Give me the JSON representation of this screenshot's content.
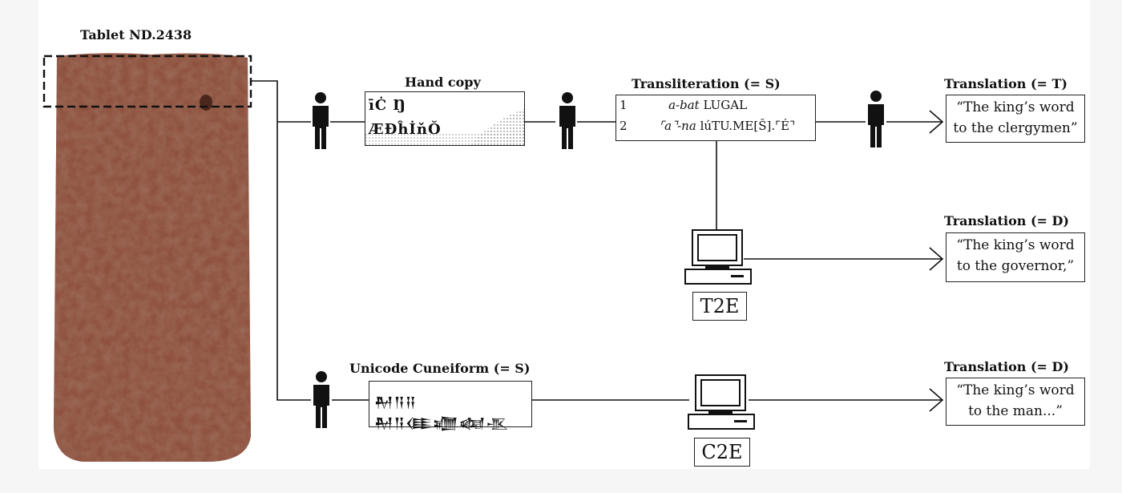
{
  "tablet": {
    "label": "Tablet ND.2438"
  },
  "hand_copy": {
    "label": "Hand copy",
    "glyph_line_1": "īĊ  Ŋ",
    "glyph_line_2": "ÆĐĥİňŎ"
  },
  "transliteration": {
    "label": "Transliteration (= S)",
    "lines": [
      {
        "num": "1",
        "text_italic": "a-bat",
        "text_rest": " LUGAL"
      },
      {
        "num": "2",
        "text_italic": "⌜a⌝-na",
        "text_rest": " lúTU.ME[Š].⌜É⌝"
      }
    ]
  },
  "translations": [
    {
      "label": "Translation (= T)",
      "line1": "“The king’s word",
      "line2": "to the clergymen”"
    },
    {
      "label": "Translation (= D)",
      "line1": "“The king’s word",
      "line2": "to the governor,”"
    },
    {
      "label": "Translation (= D)",
      "line1": "“The king’s word",
      "line2": "to the man...”"
    }
  ],
  "unicode_cuneiform": {
    "label": "Unicode Cuneiform (= S)",
    "glyph_line_1": "𒈹𒀀𒍝",
    "glyph_line_2": "𒈹𒀀𒈪𒁾𒆂𒍚"
  },
  "models": {
    "t2e": "T2E",
    "c2e": "C2E"
  },
  "colors": {
    "tablet": "#8a4a36",
    "tablet_dark": "#5e2e22",
    "line": "#111111",
    "person": "#111111"
  },
  "icons": [
    "person-icon",
    "computer-icon",
    "arrow-head-icon",
    "cuneiform-tablet-photo"
  ]
}
